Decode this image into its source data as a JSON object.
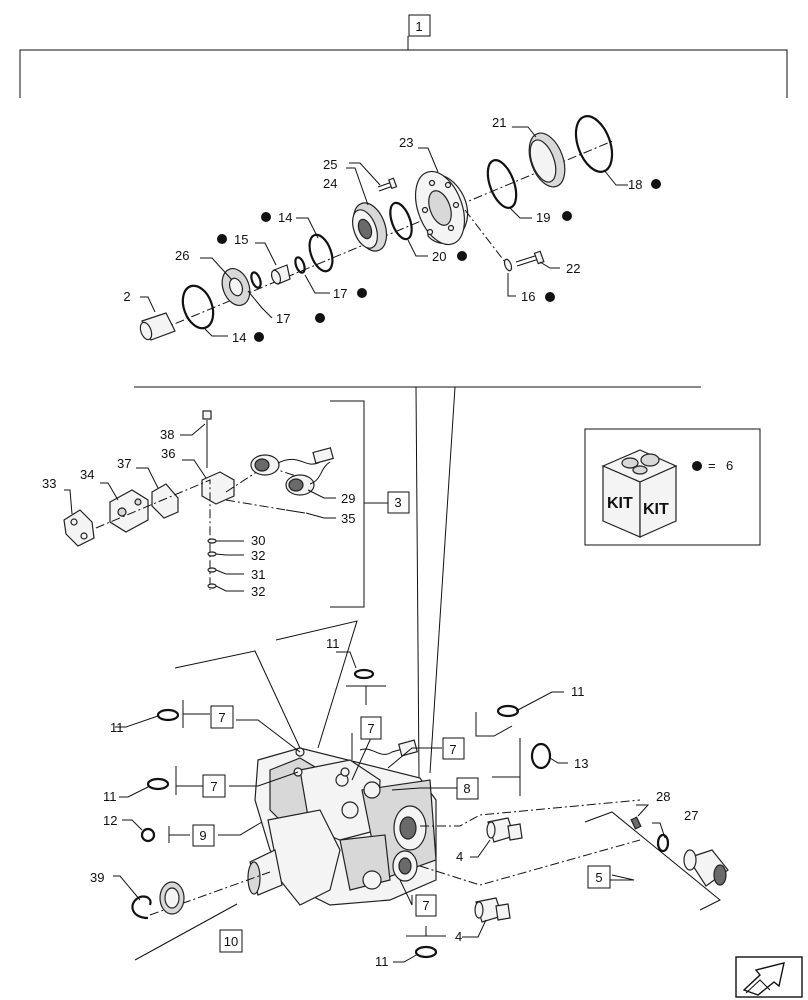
{
  "callouts": {
    "c1": "1",
    "c2": "2",
    "c3": "3",
    "c4a": "4",
    "c4b": "4",
    "c5": "5",
    "c7a": "7",
    "c7b": "7",
    "c7c": "7",
    "c7d": "7",
    "c7e": "7",
    "c8": "8",
    "c9": "9",
    "c10": "10",
    "c11a": "11",
    "c11b": "11",
    "c11c": "11",
    "c11d": "11",
    "c11e": "11",
    "c12": "12",
    "c13": "13",
    "c14a": "14",
    "c14b": "14",
    "c15": "15",
    "c16": "16",
    "c17a": "17",
    "c17b": "17",
    "c18": "18",
    "c19": "19",
    "c20": "20",
    "c21": "21",
    "c22": "22",
    "c23": "23",
    "c24": "24",
    "c25": "25",
    "c26": "26",
    "c27": "27",
    "c28": "28",
    "c29": "29",
    "c30": "30",
    "c31": "31",
    "c32a": "32",
    "c32b": "32",
    "c33": "33",
    "c34": "34",
    "c35": "35",
    "c36": "36",
    "c37": "37",
    "c38": "38",
    "c39": "39"
  },
  "kit_legend": {
    "box_text_left": "KIT",
    "box_text_right": "KIT",
    "equals": "=",
    "kit_number": "6"
  },
  "nav": {
    "icon": "next-page-arrow-icon"
  }
}
